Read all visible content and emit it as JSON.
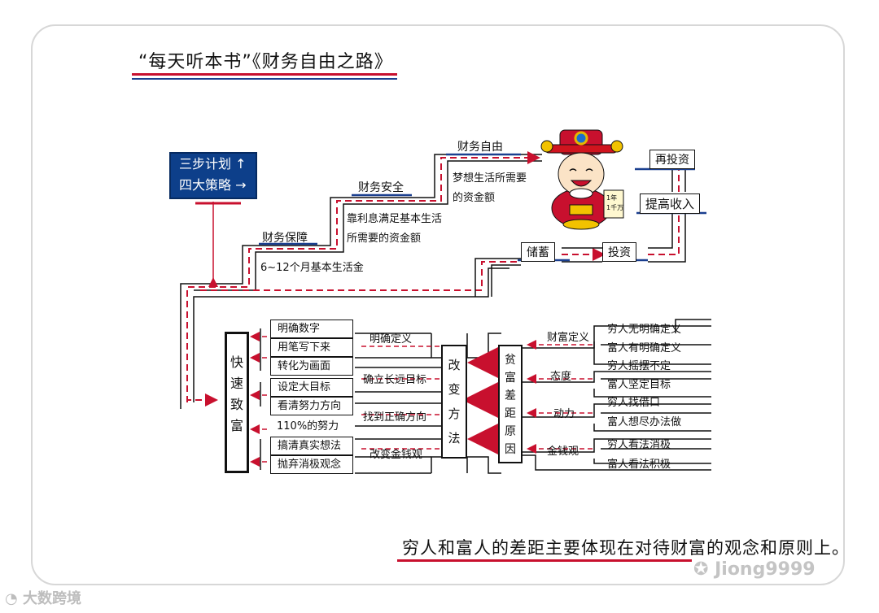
{
  "title": "“每天听本书”《财务自由之路》",
  "sign": {
    "line1": "三步计划",
    "line2": "四大策略"
  },
  "steps": [
    {
      "label": "财务保障",
      "desc": "6~12个月基本生活金"
    },
    {
      "label": "财务安全",
      "desc_line1": "靠利息满足基本生活",
      "desc_line2": "所需要的资金额"
    },
    {
      "label": "财务自由",
      "desc_line1": "梦想生活所需要",
      "desc_line2": "的资金额"
    }
  ],
  "cycle": {
    "reinvest": "再投资",
    "raise_income": "提高收入",
    "save": "储蓄",
    "invest": "投资"
  },
  "mascot": {
    "scroll_line1": "1年",
    "scroll_line2": "1千万"
  },
  "left_box": "快速致富",
  "change_box": "改变方法",
  "cause_box": "贫富差距原因",
  "left_items": [
    "明确数字",
    "用笔写下来",
    "转化为画面",
    "设定大目标",
    "看清努力方向",
    "110%的努力",
    "搞清真实想法",
    "抛弃消极观念"
  ],
  "methods": [
    "明确定义",
    "确立长远目标",
    "找到正确方向",
    "改变金钱观"
  ],
  "causes": [
    "财富定义",
    "态度",
    "动力",
    "金钱观"
  ],
  "contrasts": [
    "穷人无明确定义",
    "富人有明确定义",
    "穷人摇摆不定",
    "富人坚定目标",
    "穷人找借口",
    "富人想尽办法做",
    "穷人看法消极",
    "富人看法积极"
  ],
  "bottom_text": "穷人和富人的差距主要体现在对待财富的观念和原则上。",
  "watermark_left": "大数跨境",
  "watermark_right": "Jiong9999",
  "colors": {
    "red": "#c8102e",
    "navy": "#0d3f8a",
    "ink": "#111111"
  }
}
